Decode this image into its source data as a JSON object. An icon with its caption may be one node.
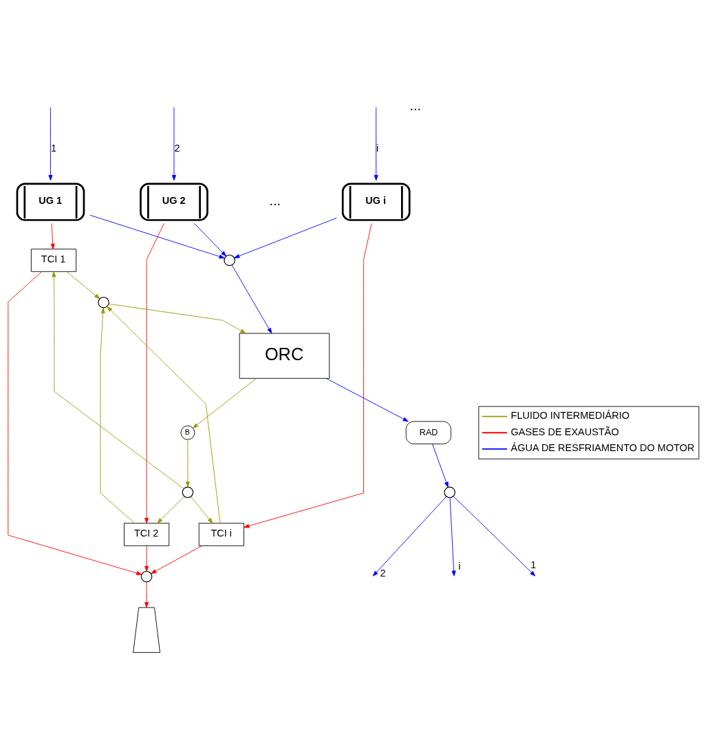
{
  "diagram": {
    "nodes": [
      {
        "text": [
          "UG 1"
        ]
      },
      {
        "text": [
          "UG 2"
        ]
      },
      {
        "text": [
          "UG i"
        ]
      },
      {
        "text": [
          "TCI 1"
        ]
      },
      {
        "text": [
          "TCI 2"
        ]
      },
      {
        "text": [
          "TCI i"
        ]
      },
      {
        "text": [
          "ORC"
        ]
      },
      {
        "text": [
          "RAD"
        ]
      },
      {
        "text": [
          "B"
        ]
      },
      {
        "text": [],
        "shape": "trapezium"
      },
      {
        "text": [],
        "shape": "circle"
      },
      {
        "text": [],
        "shape": "circle"
      },
      {
        "text": [],
        "shape": "circle"
      },
      {
        "text": [],
        "shape": "circle"
      },
      {
        "text": [],
        "shape": "circle"
      }
    ],
    "edges": [
      {
        "from": null,
        "to": 0,
        "arrow": "to",
        "label": "1",
        "color": "#0000ff"
      },
      {
        "from": null,
        "to": 1,
        "arrow": "to",
        "label": "2",
        "color": "#0000ff"
      },
      {
        "from": null,
        "to": 2,
        "arrow": "to",
        "label": "i",
        "color": "#0000ff"
      },
      {
        "from": 0,
        "to": 10,
        "arrow": "to",
        "color": "#0000ff"
      },
      {
        "from": 1,
        "to": 10,
        "arrow": "to",
        "color": "#0000ff"
      },
      {
        "from": 2,
        "to": 10,
        "arrow": "to",
        "color": "#0000ff"
      },
      {
        "from": 0,
        "to": 3,
        "arrow": "to",
        "color": "#ff0000"
      },
      {
        "from": 1,
        "to": 4,
        "arrow": "to",
        "color": "#ff0000"
      },
      {
        "from": 2,
        "to": 5,
        "arrow": "to",
        "color": "#ff0000"
      },
      {
        "from": 3,
        "to": 11,
        "arrow": "to",
        "color": "#ff0000"
      },
      {
        "from": 4,
        "to": 11,
        "arrow": "to",
        "color": "#ff0000"
      },
      {
        "from": 5,
        "to": 11,
        "arrow": "to",
        "color": "#ff0000"
      },
      {
        "from": 11,
        "to": 9,
        "arrow": "to",
        "color": "#ff0000"
      },
      {
        "from": 3,
        "to": 12,
        "arrow": "to",
        "color": "#999900"
      },
      {
        "from": 4,
        "to": 12,
        "arrow": "to",
        "color": "#999900"
      },
      {
        "from": 5,
        "to": 12,
        "arrow": "to",
        "color": "#999900"
      },
      {
        "from": 12,
        "to": 6,
        "arrow": "to",
        "color": "#999900"
      },
      {
        "from": 6,
        "to": 8,
        "arrow": "to",
        "color": "#999900"
      },
      {
        "from": 8,
        "to": 13,
        "arrow": "to",
        "color": "#999900"
      },
      {
        "from": 13,
        "to": 3,
        "arrow": "to",
        "color": "#999900"
      },
      {
        "from": 13,
        "to": 4,
        "arrow": "to",
        "color": "#999900"
      },
      {
        "from": 13,
        "to": 5,
        "arrow": "to",
        "color": "#999900"
      },
      {
        "from": 10,
        "to": 6,
        "arrow": "to",
        "color": "#0000ff"
      },
      {
        "from": 6,
        "to": 7,
        "arrow": "to",
        "color": "#0000ff"
      },
      {
        "from": 7,
        "to": 14,
        "arrow": "to",
        "color": "#0000ff"
      },
      {
        "from": 14,
        "to": null,
        "arrow": "to",
        "label": "1",
        "color": "#0000ff"
      },
      {
        "from": 14,
        "to": null,
        "arrow": "to",
        "label": "2",
        "color": "#0000ff"
      },
      {
        "from": 14,
        "to": null,
        "arrow": "to",
        "label": "i",
        "color": "#0000ff"
      }
    ],
    "labels": [
      "...",
      "..."
    ],
    "legend": [
      {
        "text": "FLUIDO INTERMEDIÁRIO",
        "color": "#999900"
      },
      {
        "text": "GASES DE EXAUSTÃO",
        "color": "#ff0000"
      },
      {
        "text": "ÁGUA DE RESFRIAMENTO DO MOTOR",
        "color": "#0000ff"
      }
    ]
  }
}
